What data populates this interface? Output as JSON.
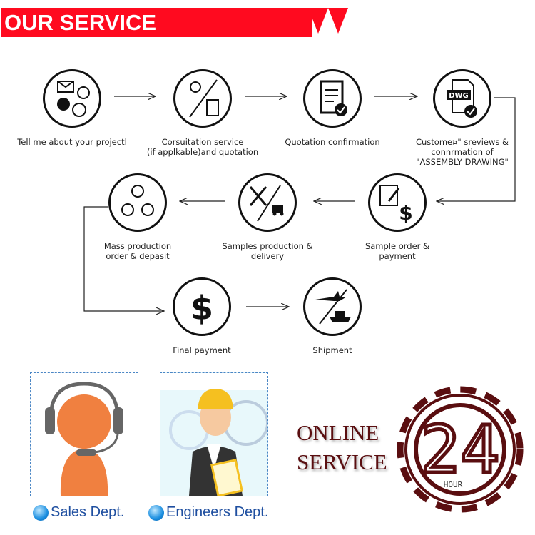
{
  "header": {
    "title": "OUR SERVICE",
    "accent": "#ff0a1f"
  },
  "steps": [
    {
      "icon": "chat-icon",
      "label": "Tell me about your projectl"
    },
    {
      "icon": "idea-calculator-icon",
      "label": "Corsuitation service\n(if applkable)and quotation"
    },
    {
      "icon": "clipboard-check-icon",
      "label": "Quotation confirmation"
    },
    {
      "icon": "dwg-file-icon",
      "label": "Custome¤\"  sreviews &\nconnrmation of\n\"ASSEMBLY DRAWING\"",
      "dwg": "DWG"
    },
    {
      "icon": "document-dollar-icon",
      "label": "Sample order &\npayment"
    },
    {
      "icon": "tools-truck-icon",
      "label": "Samples production &\ndelivery"
    },
    {
      "icon": "watches-icon",
      "label": "Mass production\norder & depasit"
    },
    {
      "icon": "dollar-icon",
      "label": "Final payment"
    },
    {
      "icon": "plane-ship-icon",
      "label": "Shipment"
    }
  ],
  "departments": [
    {
      "label": "Sales Dept."
    },
    {
      "label": "Engineers Dept."
    }
  ],
  "online": {
    "line1": "ONLINE",
    "line2": "SERVICE",
    "hours": "24",
    "unit": "HOUR",
    "color": "#5a0e10"
  }
}
